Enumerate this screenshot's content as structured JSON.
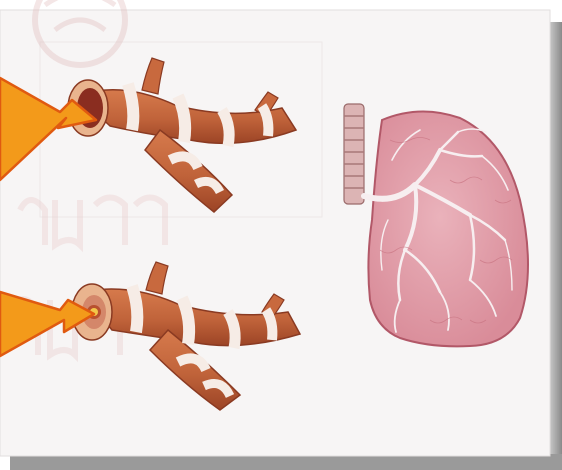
{
  "colors": {
    "background": "#ffffff",
    "frame_shadow": "#9a9a9a",
    "panel": "#f7f5f5",
    "arrow_fill": "#f39a1a",
    "arrow_stroke": "#e05a10",
    "airway_muscle": "#c8693e",
    "airway_muscle_dark": "#a5482a",
    "cartilage": "#f6ece6",
    "airway_lumen": "#8a2d20",
    "mucus_plug": "#f2c84a",
    "lung_tissue": "#e7a2ad",
    "lung_vessels": "#f7eef0",
    "trachea": "#dcb4b4",
    "watermark": "#e8c8c8"
  },
  "figure": {
    "airway_top": "normal-bronchus-illustration",
    "airway_bottom": "constricted-bronchus-illustration",
    "lung": "lung-illustration",
    "arrow_top": "pointer-arrow-icon",
    "arrow_bottom": "pointer-arrow-icon",
    "watermark": "faint-logo-watermark"
  }
}
